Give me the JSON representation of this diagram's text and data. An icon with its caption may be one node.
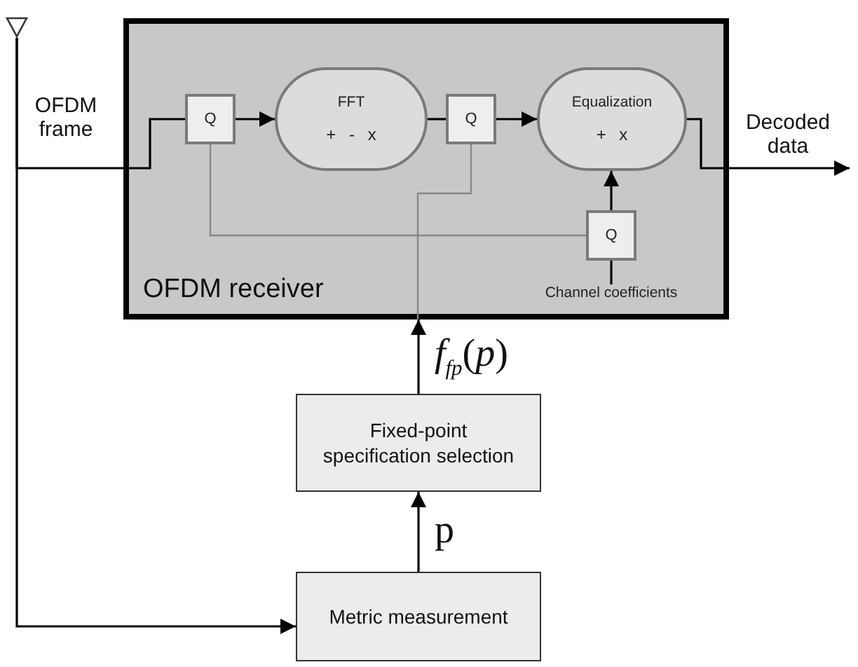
{
  "diagram": {
    "nodes": [
      {
        "text": [
          "OFDM receiver"
        ]
      },
      {
        "text": [
          "Q"
        ],
        "in": 0
      },
      {
        "text": [
          "FFT",
          "+ - x"
        ],
        "in": 0
      },
      {
        "text": [
          "Q"
        ],
        "in": 0
      },
      {
        "text": [
          "Equalization",
          "+ x"
        ],
        "in": 0
      },
      {
        "text": [
          "Q"
        ],
        "in": 0
      },
      {
        "text": [
          "Fixed-point specification selection"
        ]
      },
      {
        "text": [
          "Metric measurement"
        ]
      },
      {
        "text": [],
        "shape": "antenna"
      },
      {
        "text": [
          "Channel coefficients"
        ],
        "in": 0
      }
    ],
    "edges": [
      {
        "from": 8,
        "to": 1,
        "arrow": "none",
        "label": "OFDM frame"
      },
      {
        "from": 8,
        "to": 7,
        "arrow": "to"
      },
      {
        "from": 1,
        "to": 2,
        "arrow": "to"
      },
      {
        "from": 2,
        "to": 3,
        "arrow": "none"
      },
      {
        "from": 3,
        "to": 4,
        "arrow": "to"
      },
      {
        "from": 4,
        "to": null,
        "arrow": "to",
        "label": "Decoded data"
      },
      {
        "from": 5,
        "to": 4,
        "arrow": "to"
      },
      {
        "from": 9,
        "to": 5,
        "arrow": "none"
      },
      {
        "from": 6,
        "to": 0,
        "arrow": "to",
        "label": "*f*$_{fp}$(*p*)"
      },
      {
        "from": 0,
        "to": 3,
        "arrow": "none",
        "color": "#888888"
      },
      {
        "from": 1,
        "to": 5,
        "arrow": "none",
        "color": "#888888"
      },
      {
        "from": 7,
        "to": 6,
        "arrow": "to",
        "label": "p"
      }
    ]
  }
}
